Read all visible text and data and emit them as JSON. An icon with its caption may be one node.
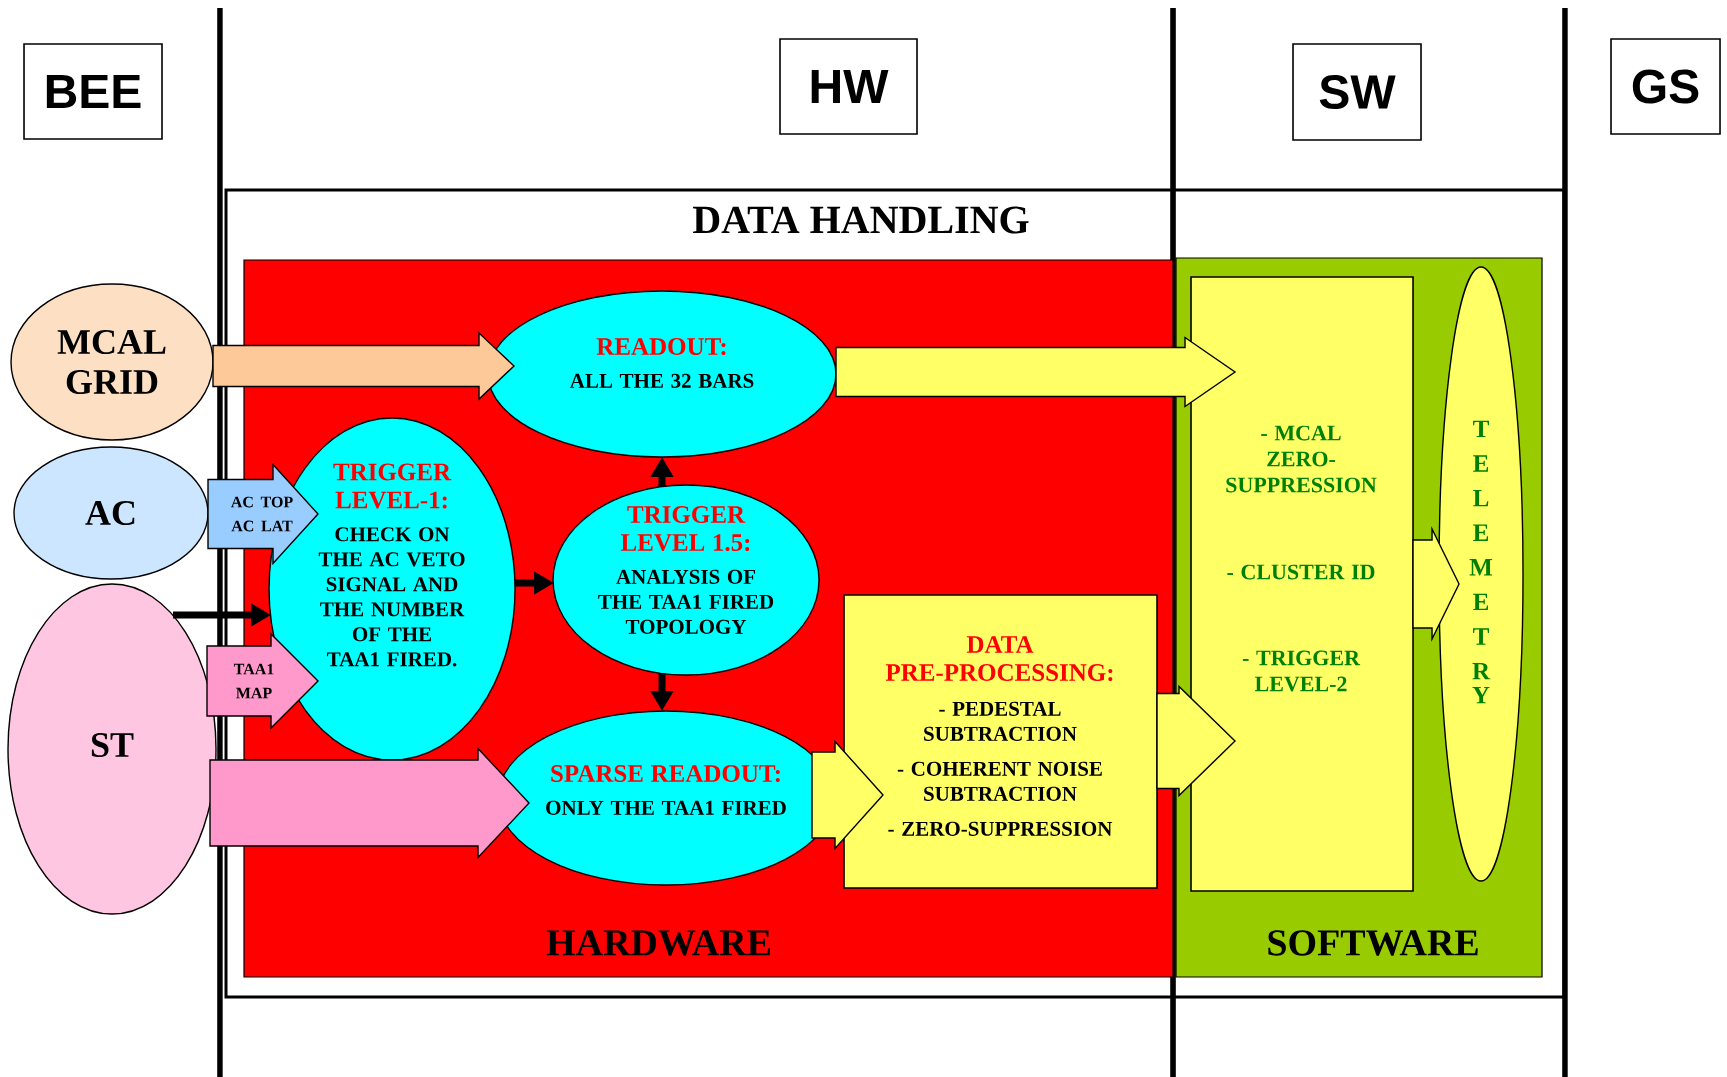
{
  "diagram": {
    "nodes": [
      {
        "text": [
          "BEE"
        ]
      },
      {
        "text": [
          "HW"
        ]
      },
      {
        "text": [
          "SW"
        ]
      },
      {
        "text": [
          "GS"
        ]
      },
      {
        "text": [
          "DATA HANDLING"
        ]
      },
      {
        "text": [
          "HARDWARE"
        ],
        "in": 4
      },
      {
        "text": [
          "SOFTWARE"
        ],
        "in": 4
      },
      {
        "text": [
          "MCAL GRID"
        ]
      },
      {
        "text": [
          "AC"
        ]
      },
      {
        "text": [
          "ST"
        ]
      },
      {
        "text": [
          "READOUT:",
          "ALL THE 32 BARS"
        ],
        "in": 5
      },
      {
        "text": [
          "TRIGGER LEVEL-1:",
          "CHECK ON THE AC VETO SIGNAL AND THE NUMBER OF THE TAA1 FIRED."
        ],
        "in": 5
      },
      {
        "text": [
          "TRIGGER LEVEL 1.5:",
          "ANALYSIS OF THE TAA1 FIRED TOPOLOGY"
        ],
        "in": 5
      },
      {
        "text": [
          "SPARSE READOUT:",
          "ONLY THE TAA1 FIRED"
        ],
        "in": 5
      },
      {
        "text": [
          "DATA PRE-PROCESSING:",
          "- PEDESTAL SUBTRACTION",
          "- COHERENT NOISE SUBTRACTION",
          "- ZERO-SUPPRESSION"
        ],
        "in": 5
      },
      {
        "text": [
          "- MCAL ZERO-SUPPRESSION",
          "- CLUSTER ID",
          "- TRIGGER LEVEL-2"
        ],
        "in": 6
      },
      {
        "text": [
          "TELEMETRY"
        ],
        "in": 6
      }
    ],
    "edges": [
      {
        "from": 7,
        "to": 10,
        "arrow": "to",
        "style": "thick",
        "color": "#fdc998"
      },
      {
        "from": 8,
        "to": 11,
        "arrow": "to",
        "style": "thick",
        "color": "#99ccff",
        "label": "AC TOP AC LAT"
      },
      {
        "from": 9,
        "to": 11,
        "arrow": "to"
      },
      {
        "from": 9,
        "to": 11,
        "arrow": "to",
        "style": "thick",
        "color": "#ff99cc",
        "label": "TAA1 MAP"
      },
      {
        "from": 9,
        "to": 13,
        "arrow": "to",
        "style": "thick",
        "color": "#ff99cc"
      },
      {
        "from": 11,
        "to": 12,
        "arrow": "to"
      },
      {
        "from": 12,
        "to": 10,
        "arrow": "to"
      },
      {
        "from": 12,
        "to": 13,
        "arrow": "to"
      },
      {
        "from": 10,
        "to": 15,
        "arrow": "to",
        "style": "thick",
        "color": "#ffff66"
      },
      {
        "from": 13,
        "to": 14,
        "arrow": "to",
        "style": "thick",
        "color": "#ffff66"
      },
      {
        "from": 14,
        "to": 15,
        "arrow": "to",
        "style": "thick",
        "color": "#ffff66"
      },
      {
        "from": 15,
        "to": 16,
        "arrow": "to",
        "style": "thick",
        "color": "#ffff66"
      }
    ]
  }
}
